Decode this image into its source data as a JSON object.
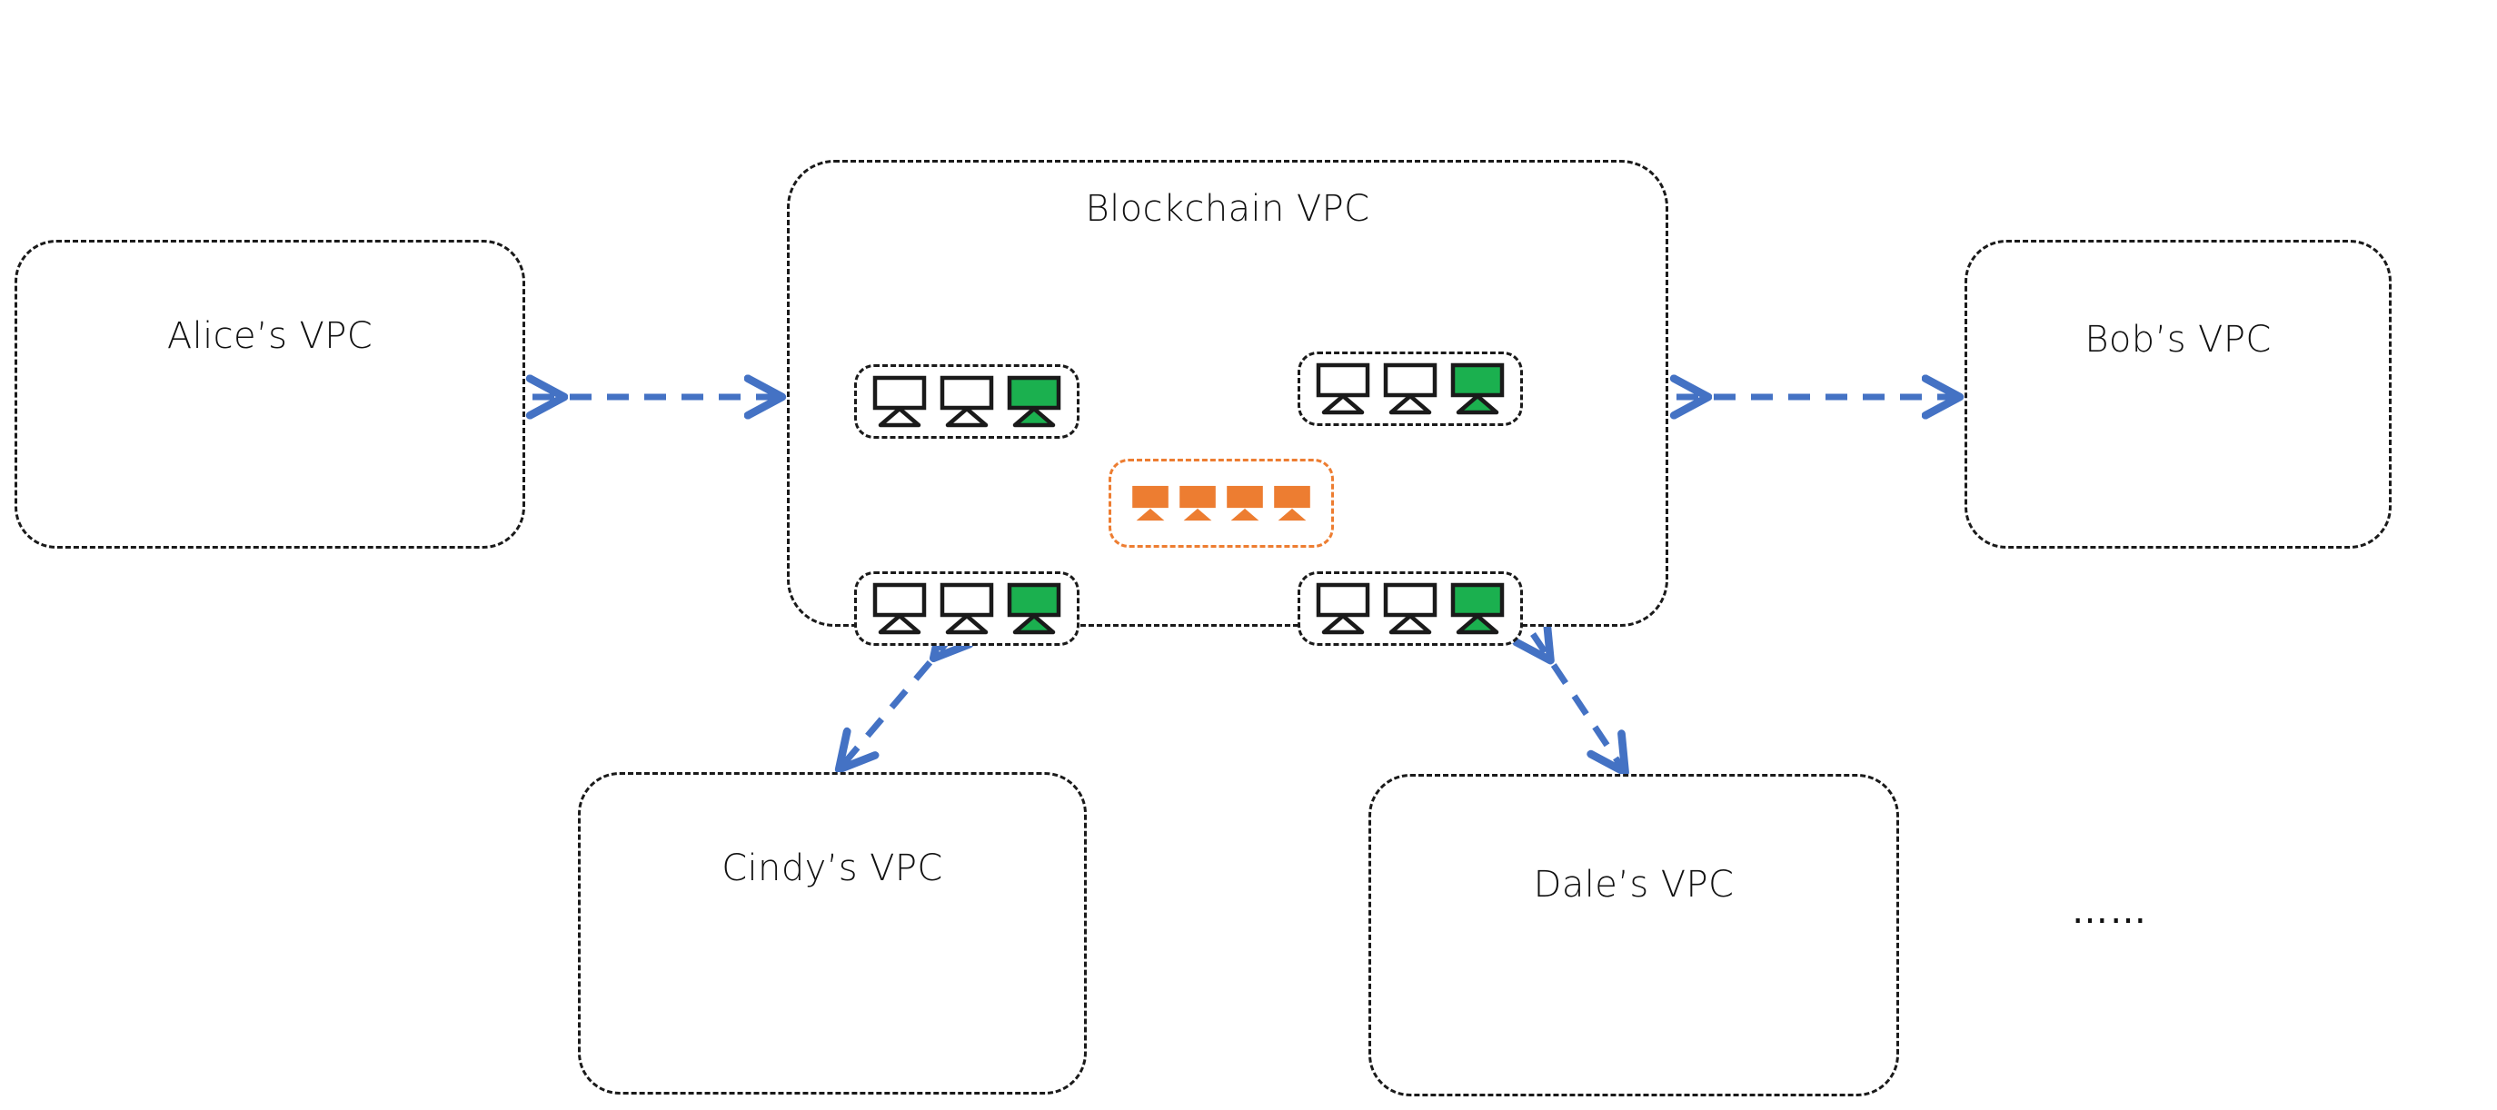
{
  "diagram": {
    "title": "Blockchain VPC multi-tenant network topology",
    "background_color": "#ffffff"
  },
  "colors": {
    "box_border": "#1a1a1a",
    "arrow": "#4472C4",
    "ordering_border": "#ED7D31",
    "ordering_node_fill": "#ED7D31",
    "peer_node_fill": "#ffffff",
    "anchor_node_fill": "#1BB04F",
    "text": "#111111"
  },
  "central": {
    "label": "Blockchain VPC",
    "node_groups": [
      {
        "name": "group-top-left",
        "nodes": [
          {
            "icon": "monitor-icon",
            "state": "plain"
          },
          {
            "icon": "monitor-icon",
            "state": "plain"
          },
          {
            "icon": "monitor-icon",
            "state": "active"
          }
        ]
      },
      {
        "name": "group-top-right",
        "nodes": [
          {
            "icon": "monitor-icon",
            "state": "plain"
          },
          {
            "icon": "monitor-icon",
            "state": "plain"
          },
          {
            "icon": "monitor-icon",
            "state": "active"
          }
        ]
      },
      {
        "name": "group-bottom-left",
        "nodes": [
          {
            "icon": "monitor-icon",
            "state": "plain"
          },
          {
            "icon": "monitor-icon",
            "state": "plain"
          },
          {
            "icon": "monitor-icon",
            "state": "active"
          }
        ]
      },
      {
        "name": "group-bottom-right",
        "nodes": [
          {
            "icon": "monitor-icon",
            "state": "plain"
          },
          {
            "icon": "monitor-icon",
            "state": "plain"
          },
          {
            "icon": "monitor-icon",
            "state": "active"
          }
        ]
      }
    ],
    "ordering_group": {
      "name": "ordering-group",
      "nodes": [
        {
          "icon": "monitor-icon",
          "state": "ordering"
        },
        {
          "icon": "monitor-icon",
          "state": "ordering"
        },
        {
          "icon": "monitor-icon",
          "state": "ordering"
        },
        {
          "icon": "monitor-icon",
          "state": "ordering"
        }
      ]
    }
  },
  "peers": [
    {
      "id": "alice",
      "label": "Alice’s VPC"
    },
    {
      "id": "bob",
      "label": "Bob’s VPC"
    },
    {
      "id": "cindy",
      "label": "Cindy’s VPC"
    },
    {
      "id": "dale",
      "label": "Dale’s VPC"
    }
  ],
  "connections": [
    {
      "id": "alice-link",
      "from": "alice-vpc",
      "to": "blockchain-vpc",
      "style": "dashed",
      "arrowheads": "both"
    },
    {
      "id": "bob-link",
      "from": "blockchain-vpc",
      "to": "bob-vpc",
      "style": "dashed",
      "arrowheads": "both"
    },
    {
      "id": "cindy-link",
      "from": "blockchain-vpc",
      "to": "cindy-vpc",
      "style": "dashed",
      "arrowheads": "both"
    },
    {
      "id": "dale-link",
      "from": "blockchain-vpc",
      "to": "dale-vpc",
      "style": "dashed",
      "arrowheads": "both"
    }
  ],
  "more_indicator": {
    "label": "……"
  }
}
